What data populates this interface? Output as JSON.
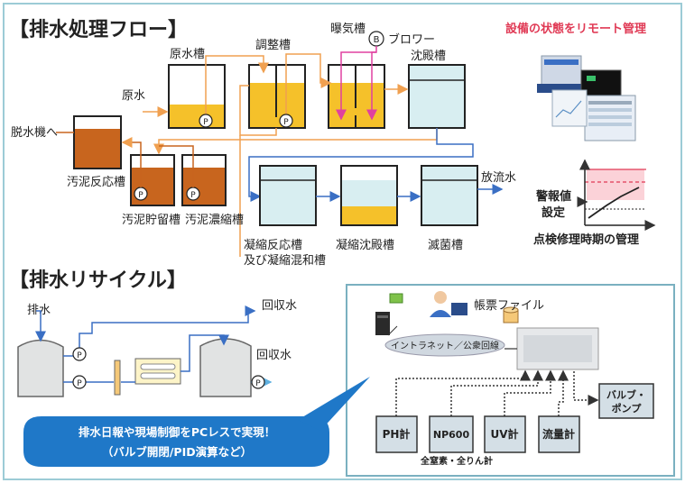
{
  "flow": {
    "title": "【排水処理フロー】",
    "tanks": {
      "raw": "原水槽",
      "adjust": "調整槽",
      "aeration": "曝気槽",
      "settle": "沈殿槽",
      "sludge_react": "汚泥反応槽",
      "sludge_store": "汚泥貯留槽",
      "sludge_thicken": "汚泥濃縮槽",
      "coag_react_1": "凝縮反応槽",
      "coag_react_2": "及び凝縮混和槽",
      "coag_settle": "凝縮沈殿槽",
      "sterilize": "滅菌槽"
    },
    "labels": {
      "raw_water": "原水",
      "blower": "ブロワー",
      "blower_symbol": "B",
      "dehydrator": "脱水機へ",
      "discharge": "放流水",
      "pump_symbol": "P"
    }
  },
  "remote": {
    "title": "設備の状態をリモート管理"
  },
  "alarm": {
    "line1": "警報値",
    "line2": "設定",
    "caption": "点検修理時期の管理"
  },
  "recycle": {
    "title": "【排水リサイクル】",
    "drain": "排水",
    "recovered_1": "回収水",
    "recovered_2": "回収水",
    "pump_symbol": "P"
  },
  "network": {
    "form_file": "帳票ファイル",
    "intranet": "イントラネット／公衆回線",
    "valve_1": "バルブ・",
    "valve_2": "ポンプ",
    "instruments": [
      "PH計",
      "NP600",
      "UV計",
      "流量計"
    ],
    "note": "全窒素・全りん計"
  },
  "callout": {
    "line1": "排水日報や現場制御をPCレスで実現！",
    "line2": "（バルブ開閉/PID演算など）"
  },
  "colors": {
    "water_fill": "#d8eef1",
    "yellow_fill": "#f5c12a",
    "sludge_fill": "#c8651e",
    "orange_pipe": "#f0a050",
    "blue_pipe": "#3a6fc4",
    "air_pipe": "#e040a0",
    "title_red": "#e03a55",
    "callout_blue": "#1f78c8",
    "frame_border": "#7ab0c0"
  }
}
